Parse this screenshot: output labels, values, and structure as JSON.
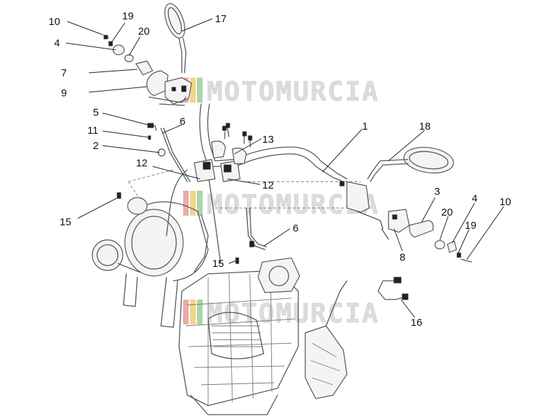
{
  "watermark": {
    "text": "MOTOMURCIA",
    "colors": [
      "#e9a3a3",
      "#f0d27a",
      "#9fd3a0",
      "#c8c8c8"
    ]
  },
  "callouts": [
    {
      "id": "c10a",
      "label": "10"
    },
    {
      "id": "c19a",
      "label": "19"
    },
    {
      "id": "c4a",
      "label": "4"
    },
    {
      "id": "c20a",
      "label": "20"
    },
    {
      "id": "c7",
      "label": "7"
    },
    {
      "id": "c9",
      "label": "9"
    },
    {
      "id": "c17",
      "label": "17"
    },
    {
      "id": "c5",
      "label": "5"
    },
    {
      "id": "c11",
      "label": "11"
    },
    {
      "id": "c2",
      "label": "2"
    },
    {
      "id": "c6a",
      "label": "6"
    },
    {
      "id": "c12a",
      "label": "12"
    },
    {
      "id": "c12b",
      "label": "12"
    },
    {
      "id": "c13",
      "label": "13"
    },
    {
      "id": "c1",
      "label": "1"
    },
    {
      "id": "c18",
      "label": "18"
    },
    {
      "id": "c15a",
      "label": "15"
    },
    {
      "id": "c3",
      "label": "3"
    },
    {
      "id": "c4b",
      "label": "4"
    },
    {
      "id": "c10b",
      "label": "10"
    },
    {
      "id": "c20b",
      "label": "20"
    },
    {
      "id": "c19b",
      "label": "19"
    },
    {
      "id": "c8",
      "label": "8"
    },
    {
      "id": "c6b",
      "label": "6"
    },
    {
      "id": "c15b",
      "label": "15"
    },
    {
      "id": "c16",
      "label": "16"
    }
  ]
}
